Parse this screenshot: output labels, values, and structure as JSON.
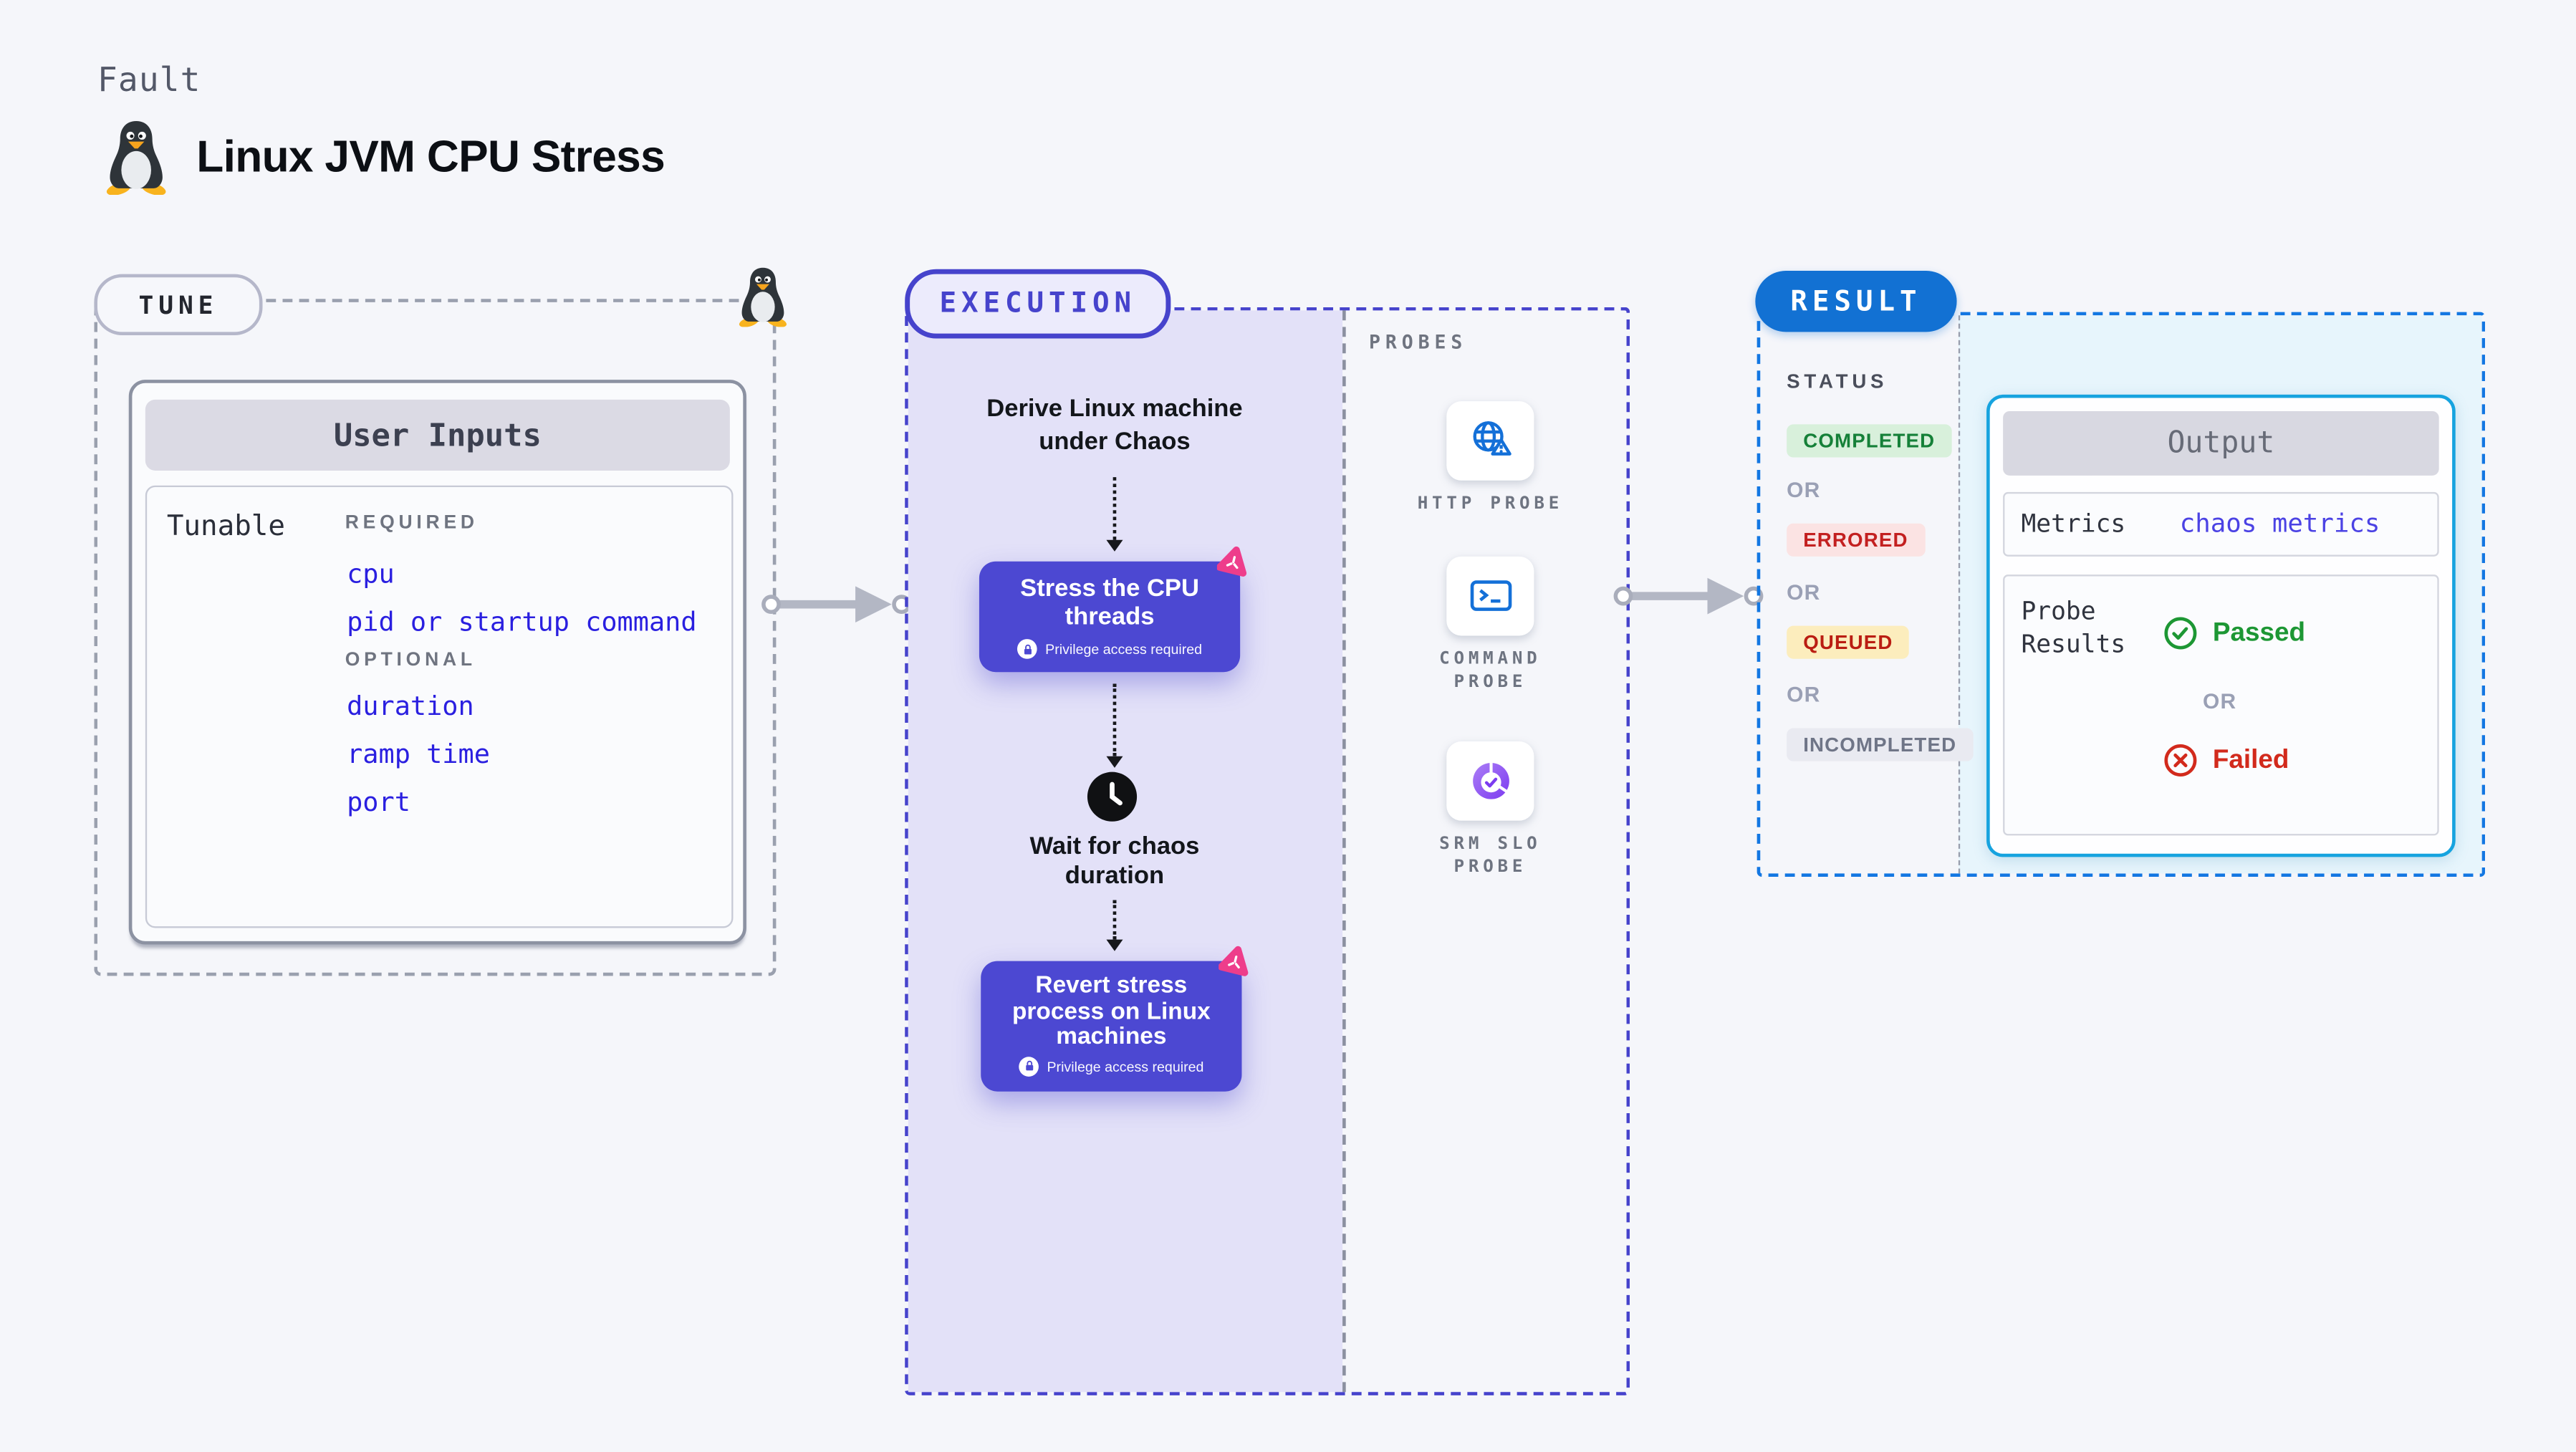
{
  "header": {
    "eyebrow": "Fault",
    "title": "Linux JVM CPU Stress"
  },
  "tune": {
    "badge": "TUNE",
    "card_title": "User Inputs",
    "row_label": "Tunable",
    "required_label": "REQUIRED",
    "required_items": [
      "cpu",
      "pid or startup command"
    ],
    "optional_label": "OPTIONAL",
    "optional_items": [
      "duration",
      "ramp time",
      "port"
    ]
  },
  "execution": {
    "badge": "EXECUTION",
    "start_label": "Derive Linux machine under Chaos",
    "steps": [
      {
        "label": "Stress the CPU threads",
        "note": "Privilege access required"
      },
      {
        "label": "Revert stress process on Linux machines",
        "note": "Privilege access required"
      }
    ],
    "wait_label": "Wait for chaos duration"
  },
  "probes": {
    "heading": "PROBES",
    "items": [
      {
        "label": "HTTP PROBE",
        "icon": "globe-alert-icon"
      },
      {
        "label": "COMMAND PROBE",
        "icon": "terminal-icon"
      },
      {
        "label": "SRM SLO PROBE",
        "icon": "slo-donut-icon"
      }
    ]
  },
  "result": {
    "badge": "RESULT",
    "status_heading": "STATUS",
    "or_label": "OR",
    "statuses": [
      {
        "label": "COMPLETED",
        "type": "success"
      },
      {
        "label": "ERRORED",
        "type": "error"
      },
      {
        "label": "QUEUED",
        "type": "warning"
      },
      {
        "label": "INCOMPLETED",
        "type": "neutral"
      }
    ],
    "output": {
      "title": "Output",
      "metrics_label": "Metrics",
      "metrics_value": "chaos metrics",
      "probe_results_label": "Probe Results",
      "passed_label": "Passed",
      "failed_label": "Failed"
    }
  },
  "colors": {
    "page_bg": "#f5f6fa",
    "step_purple": "#4c48d2",
    "execution_indigo": "#4643cc",
    "execution_bg": "#e3e1f8",
    "link_blue": "#2a1fe0",
    "result_blue": "#1271d3",
    "result_border_blue": "#1377e2",
    "output_cyan_border": "#16a3df",
    "output_bg": "#e7f5fc",
    "success_green": "#158038",
    "passed_green": "#1d9734",
    "error_red": "#c32020",
    "failed_red": "#d22a1c",
    "queued_bg": "#fcedbd",
    "neutral_grey": "#6f7587",
    "chaos_pink": "#ee3d8b",
    "probe_icon_blue": "#1470d8",
    "slo_purple": "#7c3bf0",
    "arrow_grey": "#b3b7c4"
  }
}
